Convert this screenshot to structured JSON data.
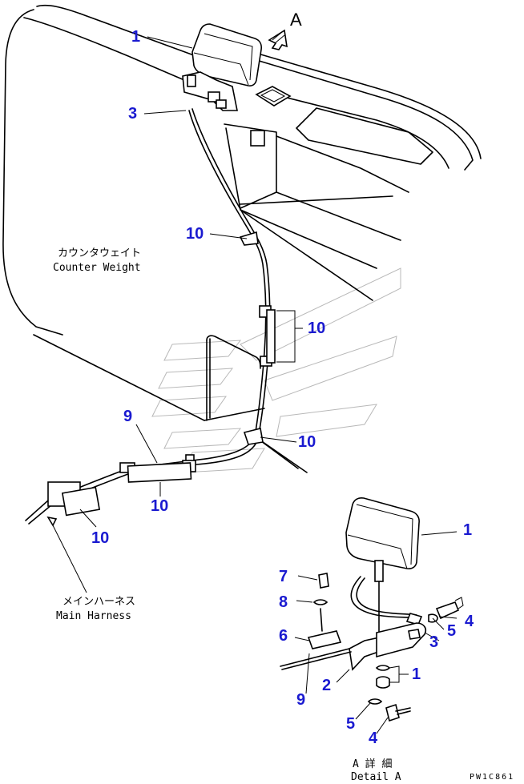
{
  "callouts": {
    "lamp_top": "1",
    "clamp_top": "3",
    "view_letter": "A",
    "clip_upper": "10",
    "clip_mid": "10",
    "clip_lower": "10",
    "cable_label": "9",
    "clip_left_a": "10",
    "clip_left_b": "10",
    "detail_lamp": "1",
    "detail_bolt_top": "7",
    "detail_washer_top": "8",
    "detail_clamp_plate": "6",
    "detail_bolt_right": "4",
    "detail_washer_right": "5",
    "detail_clamp_right": "3",
    "detail_nut": "1",
    "detail_bracket": "2",
    "detail_cable": "9",
    "detail_washer_bottom": "5",
    "detail_bolt_bottom": "4"
  },
  "labels": {
    "counterweight_jp": "カウンタウェイト",
    "counterweight_en": "Counter Weight",
    "harness_jp": "メインハーネス",
    "harness_en": "Main Harness",
    "detail_jp": "A 詳 細",
    "detail_en": "Detail A",
    "drawing_code": "PW1C861"
  },
  "icons": [
    "view-direction-arrow-icon",
    "work-lamp-icon"
  ]
}
